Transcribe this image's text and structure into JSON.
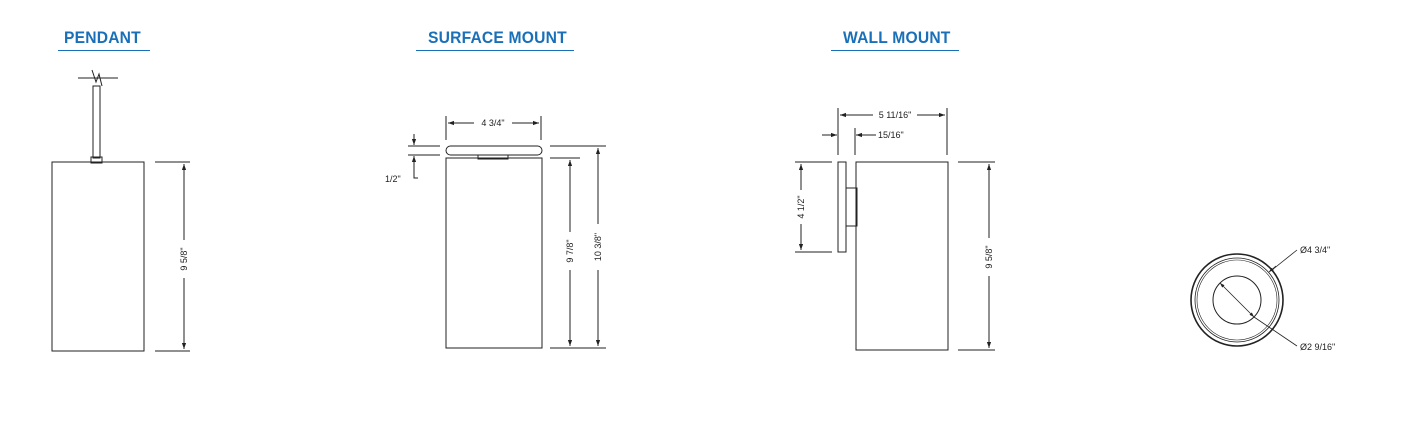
{
  "headings": {
    "pendant": "PENDANT",
    "surface": "SURFACE MOUNT",
    "wall": "WALL MOUNT"
  },
  "dimensions": {
    "pendant_height": "9 5/8\"",
    "surface_width": "4 3/4\"",
    "surface_canopy": "1/2\"",
    "surface_body_height": "9 7/8\"",
    "surface_total_height": "10 3/8\"",
    "wall_depth": "5 11/16\"",
    "wall_plate": "15/16\"",
    "wall_plate_height": "4 1/2\"",
    "wall_height": "9 5/8\"",
    "top_outer_dia": "Ø4 3/4\"",
    "top_inner_dia": "Ø2 9/16\""
  },
  "colors": {
    "heading": "#1a70b8",
    "line": "#222222"
  }
}
